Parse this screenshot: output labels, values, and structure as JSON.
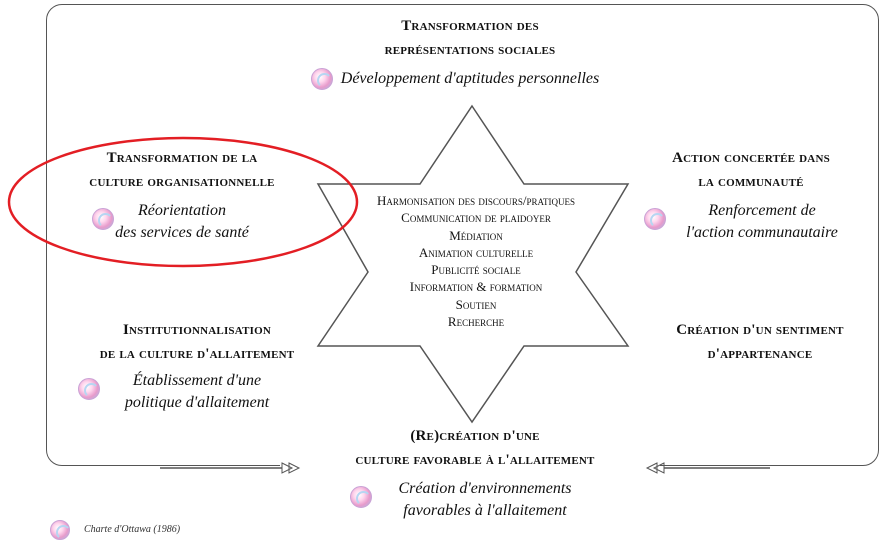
{
  "top": {
    "title_line1": "Transformation des",
    "title_line2": "représentations sociales",
    "action": "Développement d'aptitudes personnelles"
  },
  "upper_left": {
    "title_line1": "Transformation de la",
    "title_line2": "culture organisationnelle",
    "action_line1": "Réorientation",
    "action_line2": "des services de santé"
  },
  "upper_right": {
    "title_line1": "Action concertée dans",
    "title_line2": "la communauté",
    "action_line1": "Renforcement de",
    "action_line2": "l'action communautaire"
  },
  "lower_left": {
    "title_line1": "Institutionnalisation",
    "title_line2": "de la culture d'allaitement",
    "action_line1": "Établissement d'une",
    "action_line2": "politique d'allaitement"
  },
  "lower_right": {
    "title_line1": "Création d'un sentiment",
    "title_line2": "d'appartenance"
  },
  "bottom": {
    "title_line1": "(Re)création d'une",
    "title_line2": "culture favorable à l'allaitement",
    "action_line1": "Création d'environnements",
    "action_line2": "favorables à l'allaitement"
  },
  "center_items": [
    "Harmonisation des discours/pratiques",
    "Communication de plaidoyer",
    "Médiation",
    "Animation culturelle",
    "Publicité sociale",
    "Information & formation",
    "Soutien",
    "Recherche"
  ],
  "footer": {
    "note": "Charte d'Ottawa (1986)"
  },
  "colors": {
    "highlight_ellipse": "#e31e24",
    "frame": "#555555",
    "icon": "#e79acb"
  },
  "icon_names": [
    "ottawa-charter-icon"
  ]
}
